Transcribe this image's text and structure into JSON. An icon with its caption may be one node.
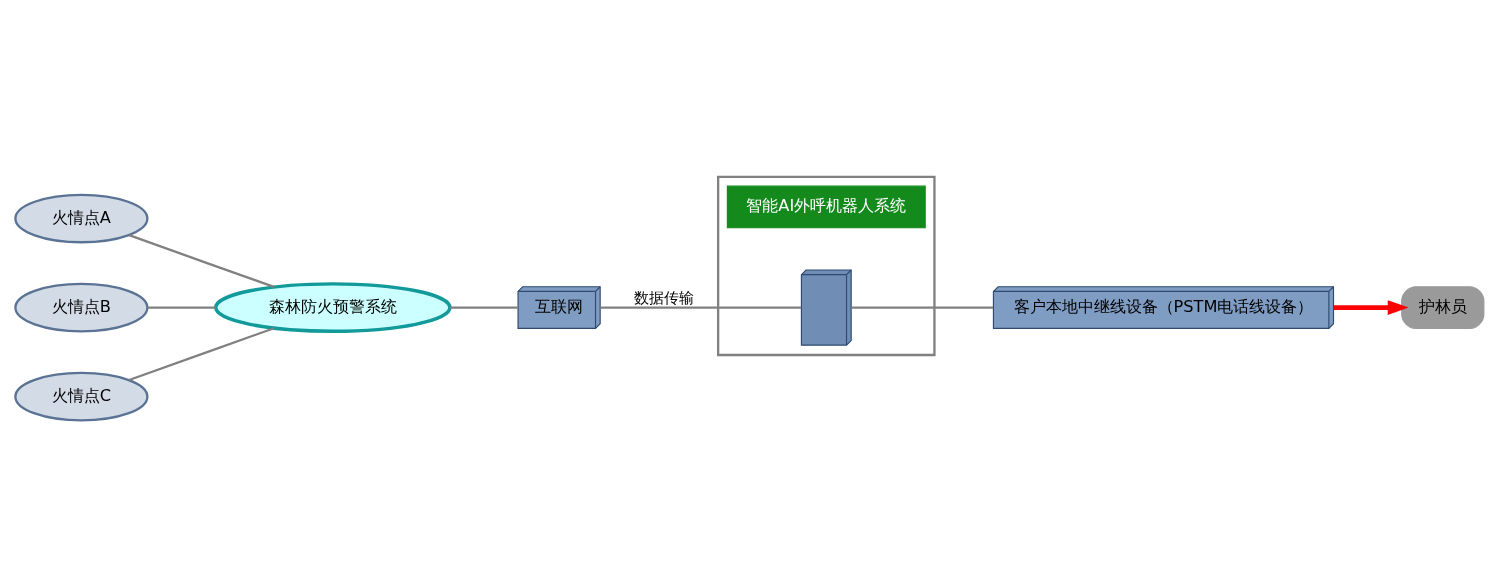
{
  "diagram": {
    "nodes": [
      {
        "text": [
          "火情点A"
        ]
      },
      {
        "text": [
          "火情点B"
        ]
      },
      {
        "text": [
          "火情点C"
        ]
      },
      {
        "text": [
          "森林防火预警系统"
        ]
      },
      {
        "text": [
          "互联网"
        ]
      },
      {
        "text": [],
        "shape": "box"
      },
      {
        "text": [
          "智能AI外呼机器人系统"
        ],
        "in": 5
      },
      {
        "text": [],
        "shape": "box",
        "in": 5
      },
      {
        "text": [
          "客户本地中继线设备（PSTM电话线设备）"
        ]
      },
      {
        "text": [
          "护林员"
        ]
      }
    ],
    "edges": [
      {
        "from": 0,
        "to": 3,
        "arrow": "none"
      },
      {
        "from": 1,
        "to": 3,
        "arrow": "none"
      },
      {
        "from": 2,
        "to": 3,
        "arrow": "none"
      },
      {
        "from": 3,
        "to": 4,
        "arrow": "none"
      },
      {
        "from": 4,
        "to": 7,
        "arrow": "none",
        "label": "数据传输"
      },
      {
        "from": 7,
        "to": 8,
        "arrow": "none"
      },
      {
        "from": 8,
        "to": 9,
        "arrow": "to",
        "style": "thick",
        "color": "#ff0000"
      }
    ]
  }
}
